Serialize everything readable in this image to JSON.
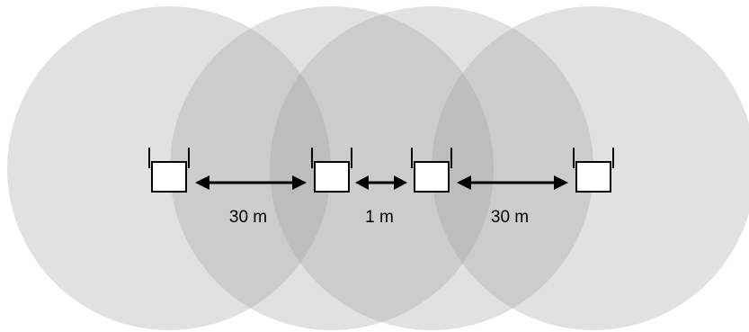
{
  "diagram": {
    "distances": [
      {
        "label": "30 m"
      },
      {
        "label": "1 m"
      },
      {
        "label": "30 m"
      }
    ],
    "colors": {
      "coverage": "#9a9a9a",
      "device_fill": "#ffffff",
      "stroke": "#000000"
    },
    "icons": {
      "device": "access-point-icon",
      "arrow": "double-arrow-icon"
    }
  }
}
